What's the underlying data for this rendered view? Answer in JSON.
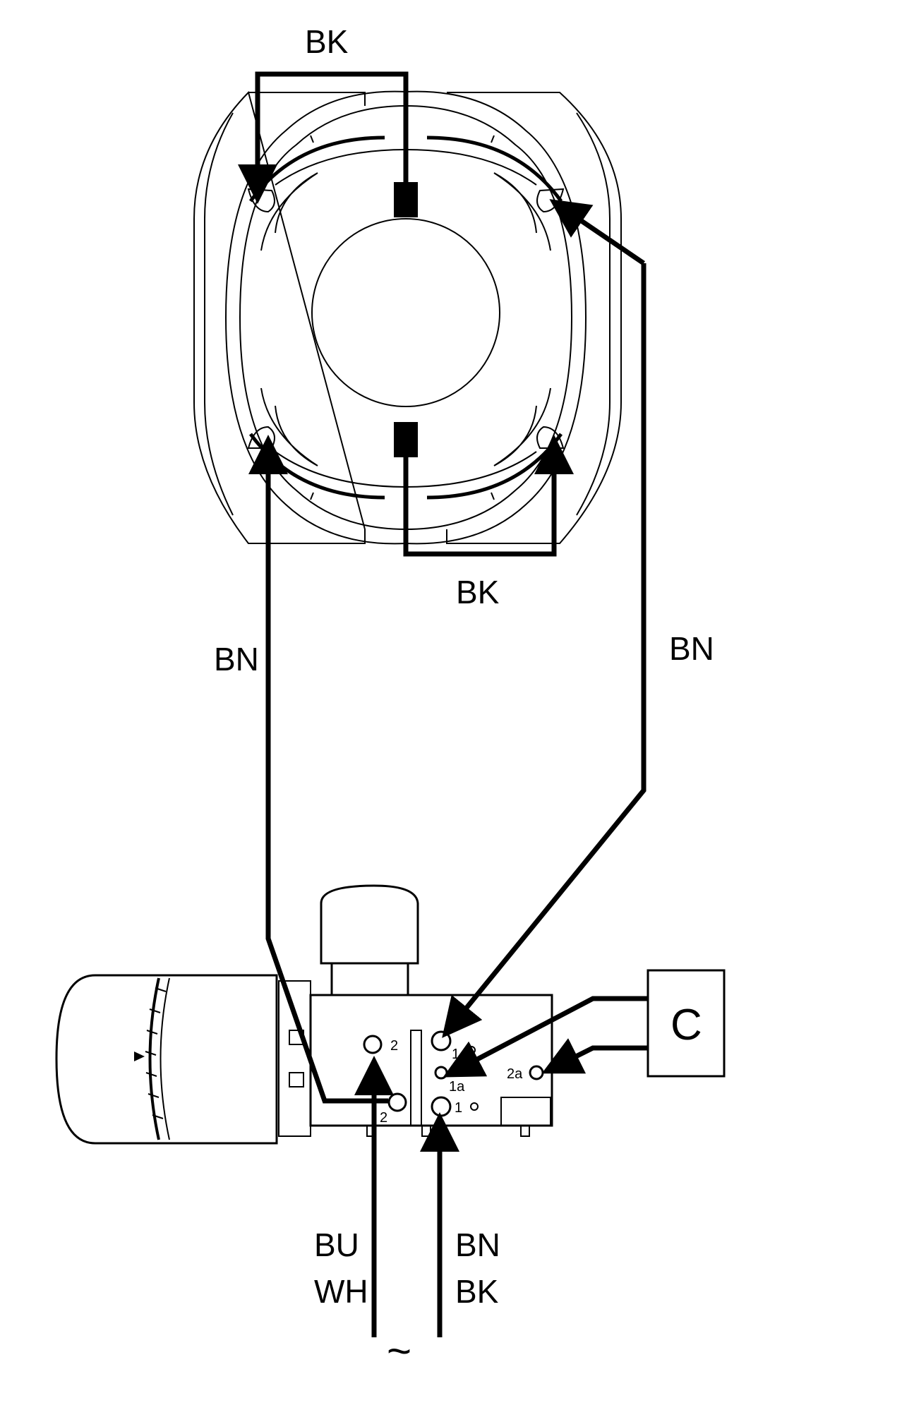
{
  "wire_labels": {
    "top_bk": "BK",
    "bottom_bk": "BK",
    "left_bn": "BN",
    "right_bn": "BN",
    "supply_left_line1": "BU",
    "supply_left_line2": "WH",
    "supply_right_line1": "BN",
    "supply_right_line2": "BK",
    "ac_symbol": "~"
  },
  "terminals": {
    "t2_top": "2",
    "t2_bottom": "2",
    "t1_top": "1",
    "t1a": "1a",
    "t1_bottom": "1",
    "t2a": "2a"
  },
  "capacitor": {
    "label": "C"
  }
}
